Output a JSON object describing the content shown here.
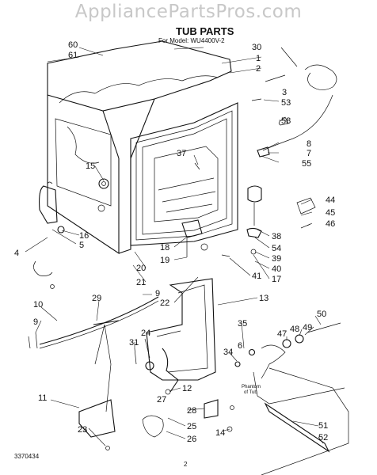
{
  "watermark": "AppliancePartsPros.com",
  "title": "TUB PARTS",
  "subtitle": "For Model: WU4400V-2",
  "catalog_number": "3370434",
  "page_number": "2",
  "phantom_note": [
    "Phantom",
    "of Tub"
  ],
  "callouts": [
    "60",
    "61",
    "30",
    "1",
    "2",
    "3",
    "53",
    "58",
    "7",
    "8",
    "55",
    "15",
    "37",
    "44",
    "45",
    "46",
    "16",
    "5",
    "4",
    "18",
    "19",
    "20",
    "21",
    "22",
    "38",
    "54",
    "39",
    "40",
    "17",
    "41",
    "10",
    "9",
    "29",
    "13",
    "50",
    "49",
    "48",
    "47",
    "24",
    "31",
    "34",
    "35",
    "6",
    "12",
    "27",
    "28",
    "25",
    "26",
    "11",
    "23",
    "14",
    "51",
    "52"
  ]
}
